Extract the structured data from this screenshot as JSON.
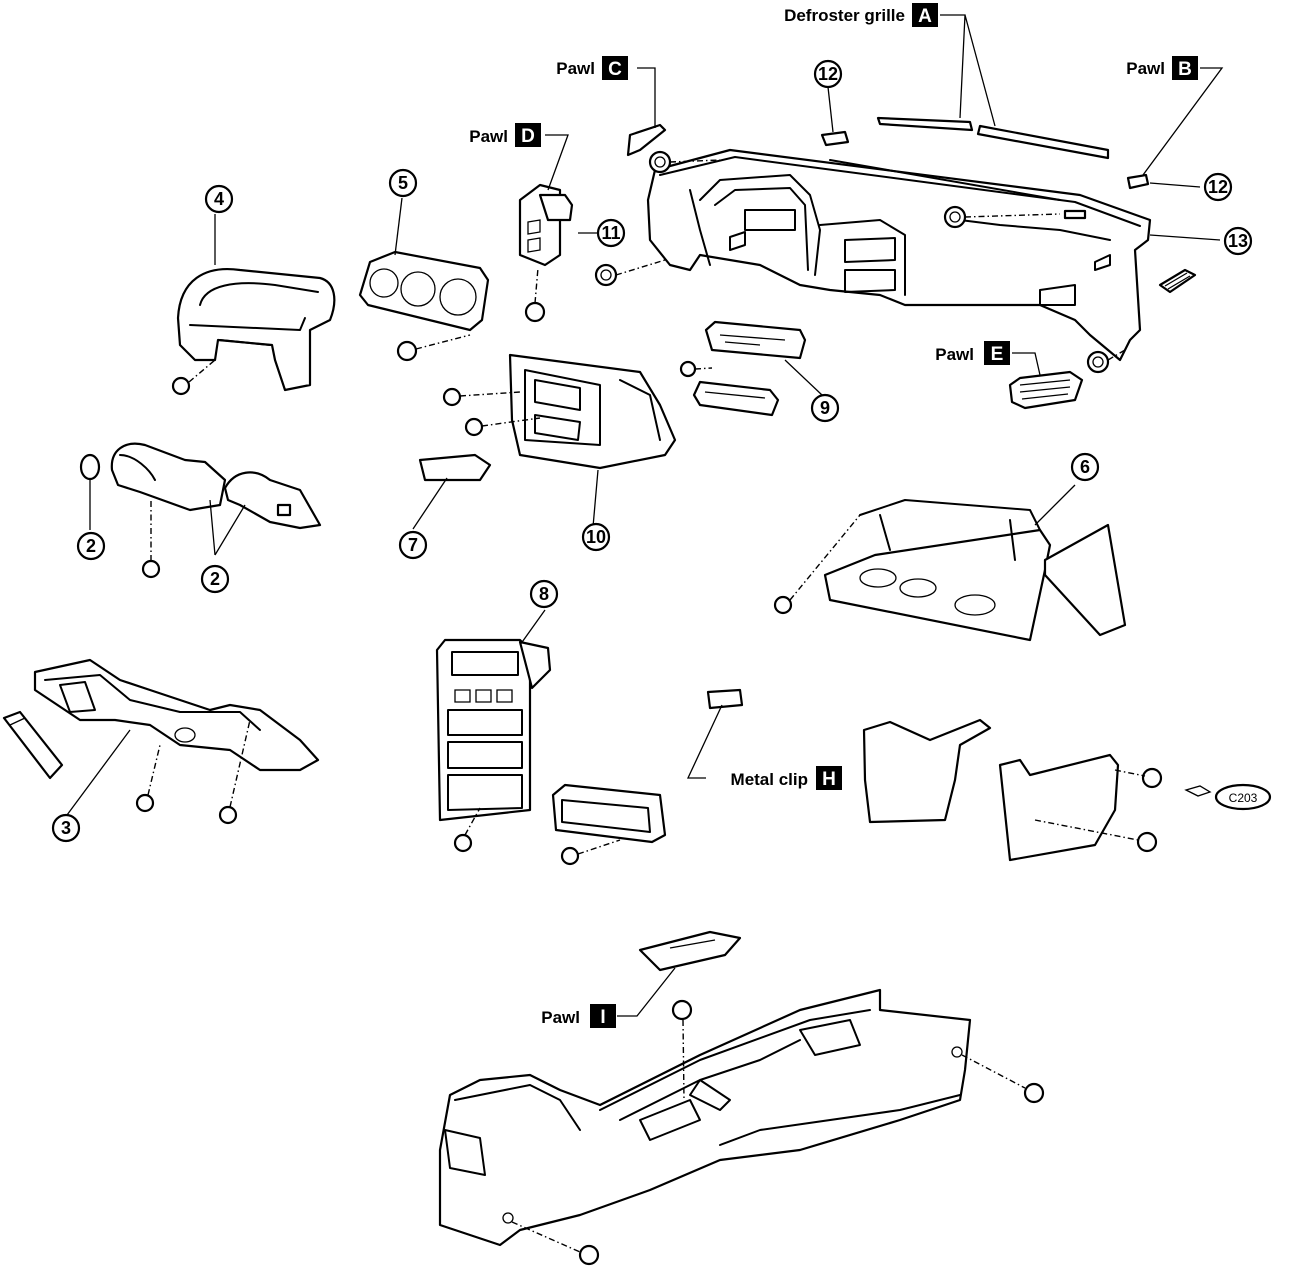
{
  "callouts": {
    "defroster_grille": "Defroster grille",
    "pawl": "Pawl",
    "metal_clip": "Metal clip"
  },
  "letters": {
    "a": "A",
    "b": "B",
    "c": "C",
    "d": "D",
    "e": "E",
    "h": "H",
    "i": "I"
  },
  "parts": {
    "p2a": "2",
    "p2b": "2",
    "p3": "3",
    "p4": "4",
    "p5": "5",
    "p6": "6",
    "p7": "7",
    "p8": "8",
    "p9": "9",
    "p10": "10",
    "p11": "11",
    "p12a": "12",
    "p12b": "12",
    "p13": "13"
  },
  "ref_code": "C203"
}
